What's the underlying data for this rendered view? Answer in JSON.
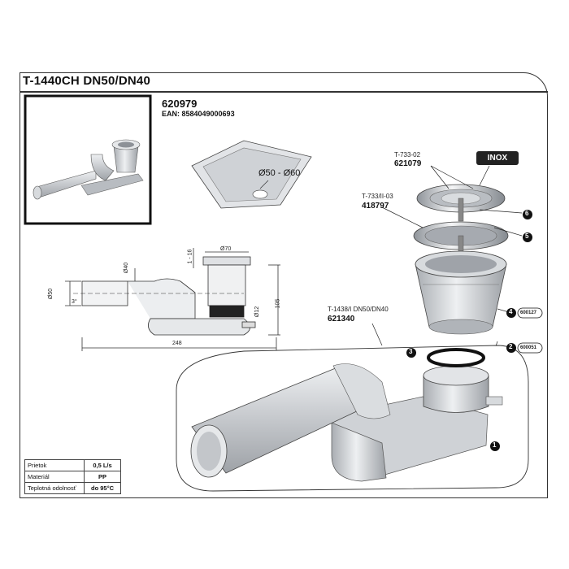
{
  "header": {
    "title": "T-1440CH DN50/DN40",
    "product_number": "620979",
    "ean": "EAN: 8584049000693"
  },
  "flange_label": "Ø50 - Ø60",
  "parts": {
    "grate_code": "T-733-02",
    "grate_number": "621079",
    "inox_badge": "INOX",
    "ring_code": "T-733/II-03",
    "ring_number": "418797",
    "body_code": "T-1438/I DN50/DN40",
    "body_number": "621340"
  },
  "callouts": [
    {
      "num": "1"
    },
    {
      "num": "2",
      "code": "600051"
    },
    {
      "num": "3"
    },
    {
      "num": "4",
      "code": "600127"
    },
    {
      "num": "5"
    },
    {
      "num": "6"
    }
  ],
  "dimensions": {
    "d70": "Ø70",
    "d40": "Ø40",
    "d50": "Ø50",
    "d12": "Ø12",
    "h105": "105",
    "range": "1 - 16",
    "angle": "3°",
    "w248": "248"
  },
  "specs": [
    {
      "key": "Prietok",
      "value": "0,5 L/s"
    },
    {
      "key": "Materiál",
      "value": "PP"
    },
    {
      "key": "Teplotná odolnosť",
      "value": "do 95°C"
    }
  ],
  "colors": {
    "ink": "#222222",
    "metal": "#c8cbcf",
    "badge": "#222222"
  }
}
